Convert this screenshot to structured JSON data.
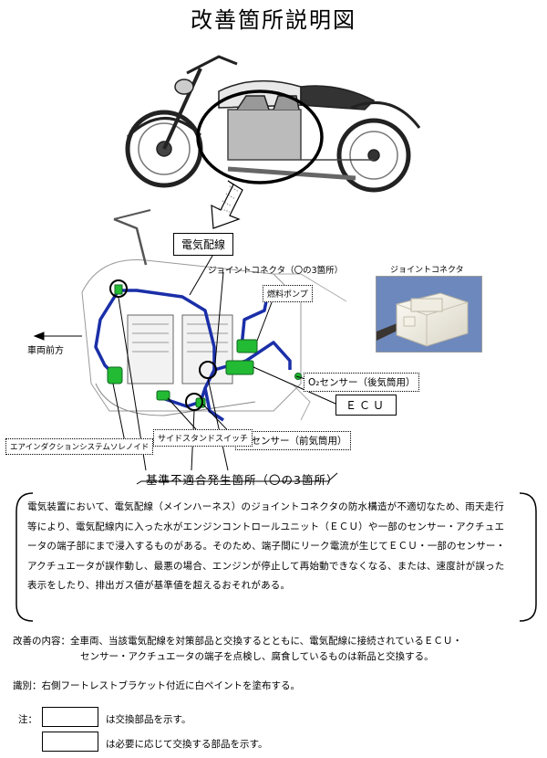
{
  "title": "改善箇所説明図",
  "labels": {
    "electrical_wiring": "電気配線",
    "joint_connector_note": "ジョイントコネクタ（〇の3箇所）",
    "fuel_pump": "燃料ポンプ",
    "vehicle_front": "車両前方",
    "rear_o2_sensor": "O₂センサー（後気筒用）",
    "ecu": "ＥＣＵ",
    "front_o2_sensor": "O₂センサー（前気筒用）",
    "solenoid": "エアインダクションシステムソレノイド",
    "side_stand_switch": "サイドスタンドスイッチ",
    "nonconformity_location": "基準不適合発生箇所（〇の3箇所）",
    "photo_title": "ジョイントコネクタ"
  },
  "description": "電気装置において、電気配線（メインハーネス）のジョイントコネクタの防水構造が不適切なため、雨天走行等により、電気配線内に入った水がエンジンコントロールユニット（ＥＣＵ）や一部のセンサー・アクチュエータの端子部にまで浸入するものがある。そのため、端子間にリーク電流が生じてＥＣＵ・一部のセンサー・アクチュエータが誤作動し、最悪の場合、エンジンが停止して再始動できなくなる、または、速度計が誤った表示をしたり、排出ガス値が基準値を超えるおそれがある。",
  "improvement": {
    "label": "改善の内容：",
    "text1": "全車両、当該電気配線を対策部品と交換するとともに、電気配線に接続されているＥＣＵ・",
    "text2": "センサー・アクチュエータの端子を点検し、腐食しているものは新品と交換する。"
  },
  "identification": "識別：右側フートレストブラケット付近に白ペイントを塗布する。",
  "legend": {
    "note_label": "注：",
    "item1": "は交換部品を示す。",
    "item2": "は必要に応じて交換する部品を示す。"
  },
  "colors": {
    "wiring": "#1a2fa8",
    "components": "#22bb33",
    "connector_photo_bg": "#6d88bd"
  }
}
